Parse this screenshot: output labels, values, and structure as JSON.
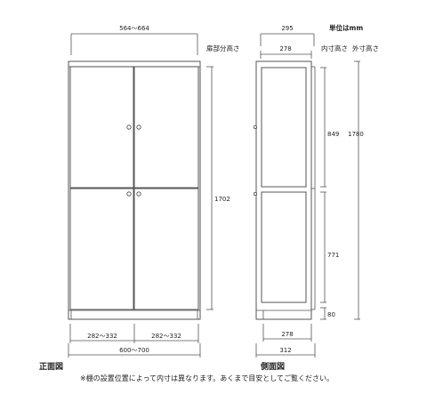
{
  "labels": {
    "unit": "単位はmm",
    "door_height": "扉部分高さ",
    "inner_height": "内寸高さ",
    "outer_height": "外寸高さ",
    "front_title": "正面図",
    "side_title": "側面図",
    "note": "※棚の設置位置によって内寸は異なります。あくまで目安としてご覧ください。"
  },
  "front": {
    "top_width": "564～664",
    "door_width_left": "282～332",
    "door_width_right": "282～332",
    "overall_width": "600～700",
    "door_total_height": "1702"
  },
  "side": {
    "top_depth": "295",
    "inner_depth_top": "278",
    "inner_depth_bottom": "278",
    "overall_depth": "312",
    "upper_inner": "849",
    "lower_inner": "771",
    "plinth": "80",
    "outer_height": "1780"
  }
}
